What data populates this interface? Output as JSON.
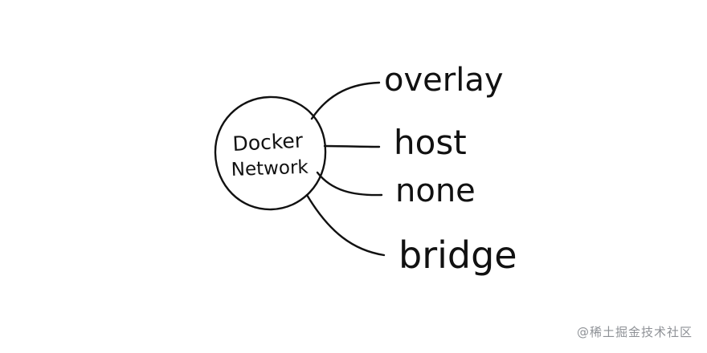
{
  "center": {
    "line1": "Docker",
    "line2": "Network"
  },
  "branches": [
    {
      "label": "overlay"
    },
    {
      "label": "host"
    },
    {
      "label": "none"
    },
    {
      "label": "bridge"
    }
  ],
  "watermark": "@稀土掘金技术社区",
  "colors": {
    "ink": "#111111",
    "background": "#ffffff",
    "watermark": "#8e9196"
  }
}
